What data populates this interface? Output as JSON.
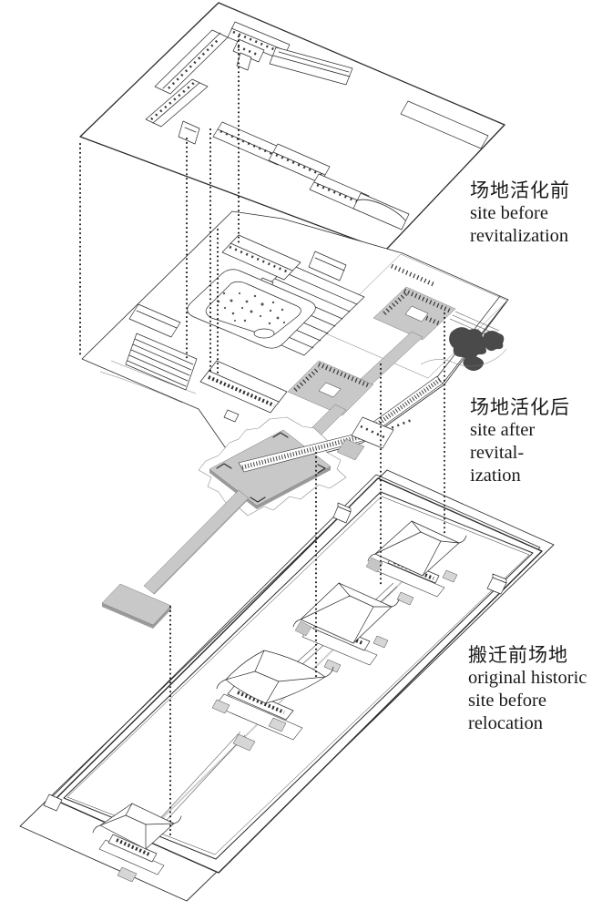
{
  "figure": {
    "type": "exploded-axonometric-site-diagram",
    "layer_count": 3,
    "layers": [
      {
        "id": "before",
        "name": "site before revitalization"
      },
      {
        "id": "after",
        "name": "site after revitalization"
      },
      {
        "id": "original",
        "name": "original historic site before relocation"
      }
    ]
  },
  "labels": {
    "before": {
      "zh": "场地活化前",
      "en": [
        "site before",
        "revitalization"
      ]
    },
    "after": {
      "zh": "场地活化后",
      "en": [
        "site after revital-",
        "ization"
      ]
    },
    "original": {
      "zh": "搬迁前场地",
      "en": [
        "original historic",
        "site before",
        "relocation"
      ]
    }
  },
  "colors": {
    "line": "#2b2b2b",
    "plaza_gray": "#c8c8c8",
    "shadow_gray": "#9b9b9b",
    "tree_dark": "#4a4a4a",
    "dotted": "#111111",
    "background": "#ffffff"
  }
}
